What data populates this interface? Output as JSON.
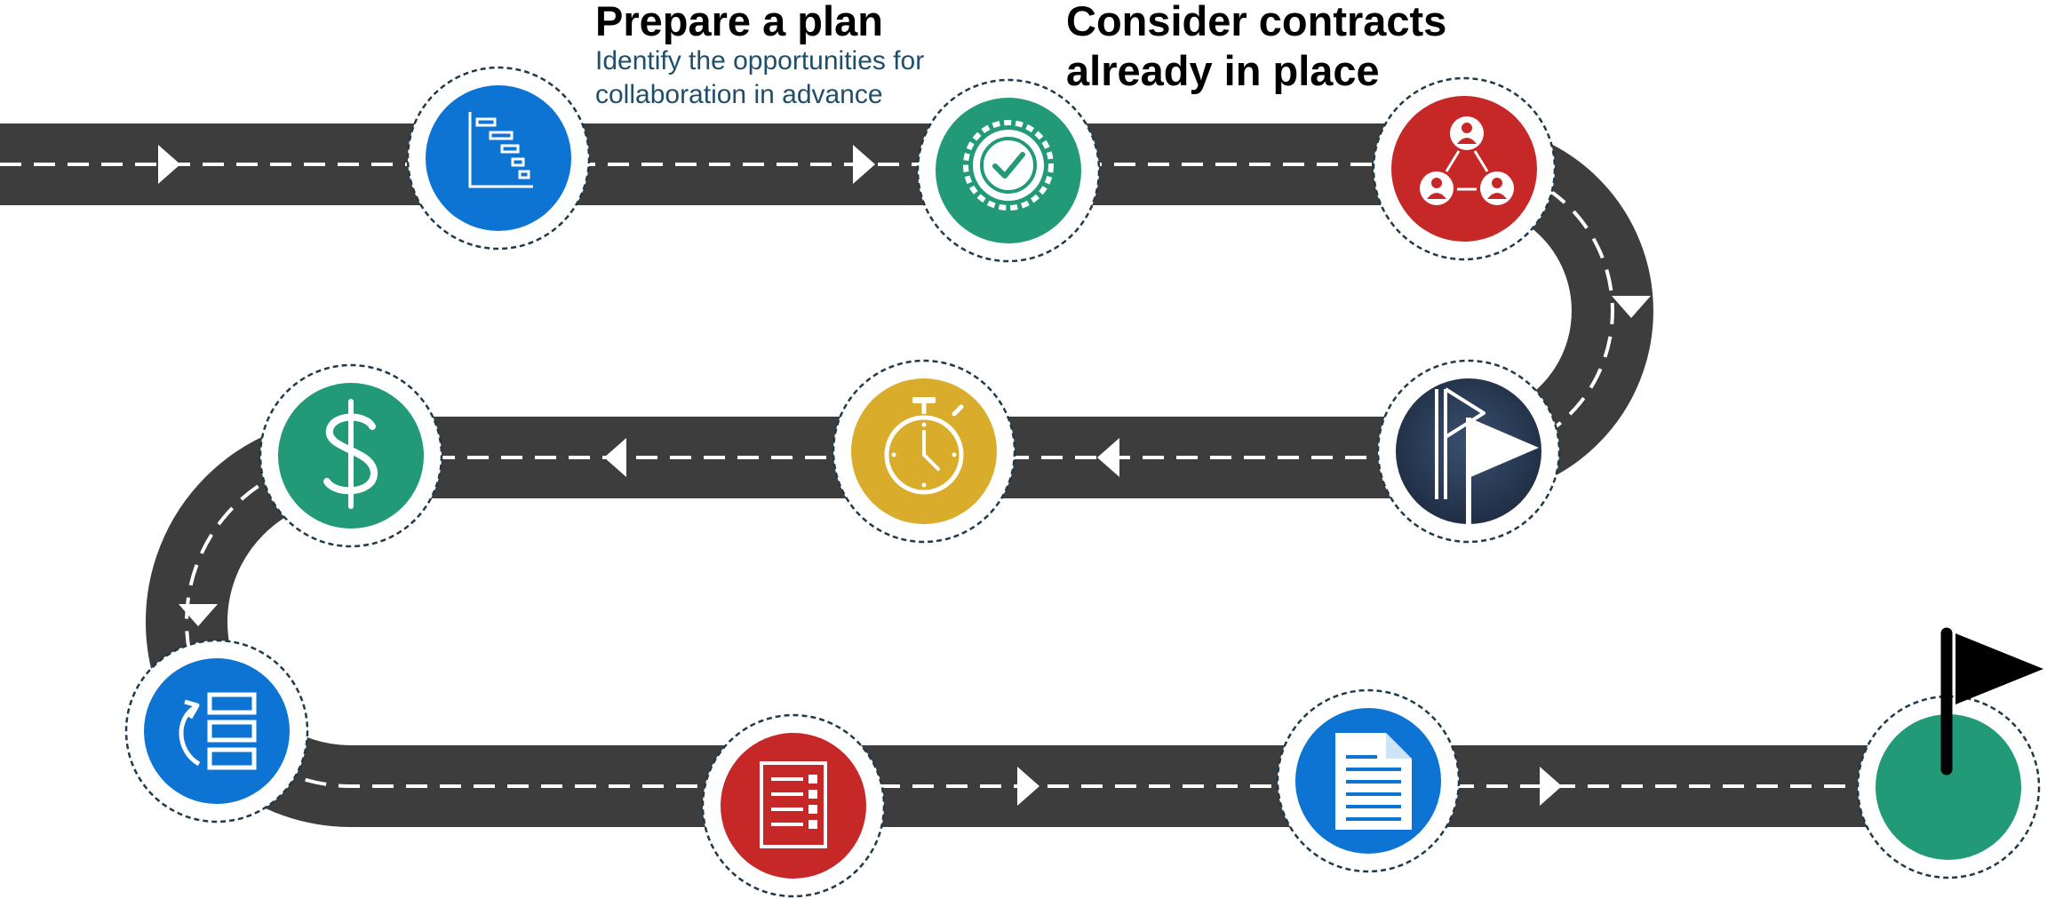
{
  "callouts": {
    "plan_title": "Prepare a plan",
    "plan_desc_line1": "Identify the opportunities for",
    "plan_desc_line2": "collaboration in advance",
    "contracts_title_line1": "Consider contracts",
    "contracts_title_line2": "already in place"
  },
  "colors": {
    "road": "#3d3d3d",
    "dashes": "#ffffff",
    "blue": "#0d74d4",
    "green": "#239a77",
    "red": "#c62828",
    "navy": "#243650",
    "gold": "#d9ac2b",
    "flag": "#000000",
    "ring": "#1f3a4a"
  },
  "milestones": [
    {
      "icon": "gantt-chart-icon",
      "color": "blue"
    },
    {
      "icon": "certified-badge-icon",
      "color": "green"
    },
    {
      "icon": "team-network-icon",
      "color": "red"
    },
    {
      "icon": "start-flag-icon",
      "color": "navy"
    },
    {
      "icon": "stopwatch-icon",
      "color": "gold"
    },
    {
      "icon": "dollar-icon",
      "color": "green"
    },
    {
      "icon": "reorder-list-icon",
      "color": "blue"
    },
    {
      "icon": "checklist-icon",
      "color": "red"
    },
    {
      "icon": "document-icon",
      "color": "blue"
    },
    {
      "icon": "finish-flag-icon",
      "color": "green"
    }
  ]
}
